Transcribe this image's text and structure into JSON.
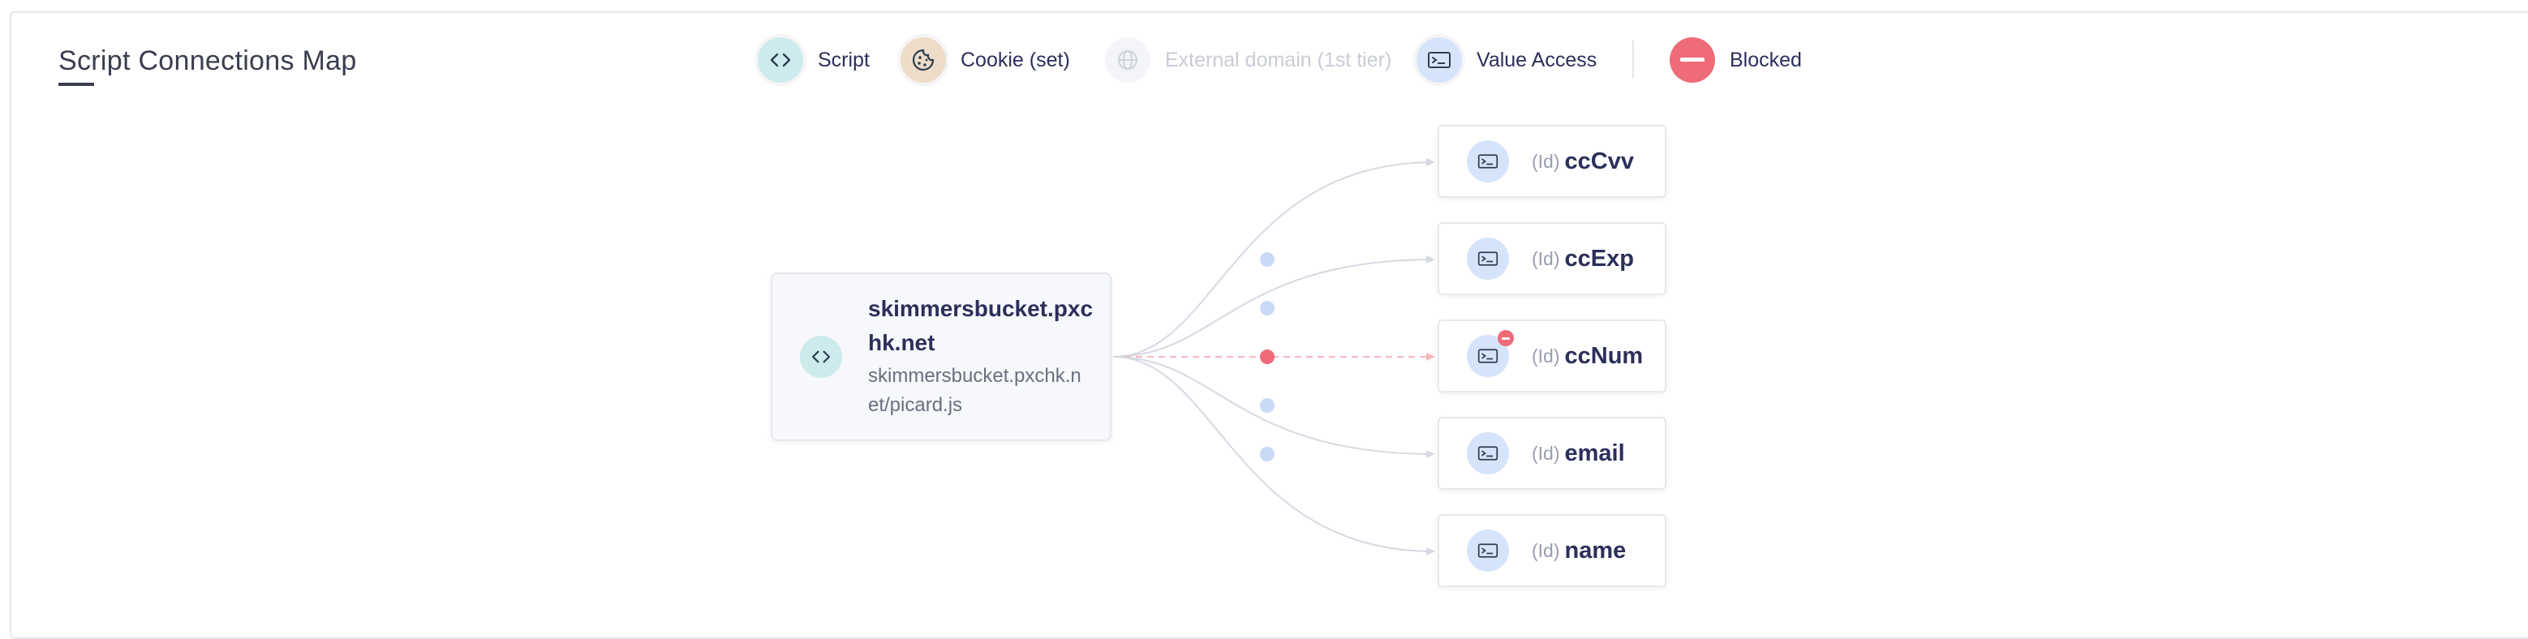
{
  "title": "Script Connections Map",
  "legend": [
    {
      "label": "Script",
      "icon": "code-icon",
      "color": "#cdebed",
      "faded": false
    },
    {
      "label": "Cookie (set)",
      "icon": "cookie-icon",
      "color": "#ecdcc8",
      "faded": false
    },
    {
      "label": "External domain (1st tier)",
      "icon": "globe-icon",
      "color": "#f1f2f6",
      "faded": true
    },
    {
      "label": "Value Access",
      "icon": "terminal-icon",
      "color": "#d6e4fb",
      "faded": false
    },
    {
      "label": "Blocked",
      "icon": "blocked-icon",
      "color": "#ef6b7a",
      "faded": false
    }
  ],
  "script": {
    "name": "skimmersbucket.pxchk.net",
    "url": "skimmersbucket.pxchk.net/picard.js",
    "icon": "code-icon"
  },
  "targets": [
    {
      "type": "(Id)",
      "name": "ccCvv",
      "blocked": false
    },
    {
      "type": "(Id)",
      "name": "ccExp",
      "blocked": false
    },
    {
      "type": "(Id)",
      "name": "ccNum",
      "blocked": true
    },
    {
      "type": "(Id)",
      "name": "email",
      "blocked": false
    },
    {
      "type": "(Id)",
      "name": "name",
      "blocked": false
    }
  ],
  "colors": {
    "edge": "#d7d9e2",
    "edge_dot": "#c9d9f7",
    "blocked": "#ef6b7a",
    "blocked_edge": "#f6b6bf"
  }
}
